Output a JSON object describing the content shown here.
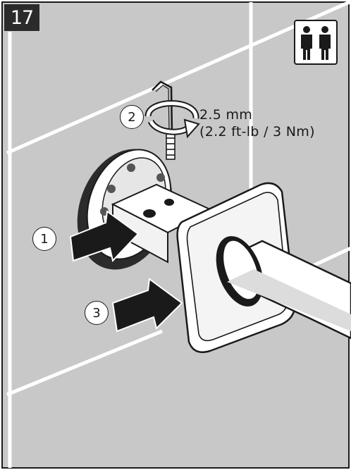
{
  "step": {
    "number": "17"
  },
  "torque": {
    "line1": "2.5 mm",
    "line2": "(2.2 ft-lb / 3 Nm)"
  },
  "callouts": {
    "one": "1",
    "two": "2",
    "three": "3"
  },
  "icons": {
    "people": "two-persons-icon",
    "tool": "hex-key-icon",
    "rotation": "tighten-rotation-icon"
  },
  "colors": {
    "tile": "#c8c8c8",
    "grout": "#ffffff",
    "ink": "#1a1a1a",
    "badge": "#2b2b2b",
    "metal": "#ffffff"
  }
}
